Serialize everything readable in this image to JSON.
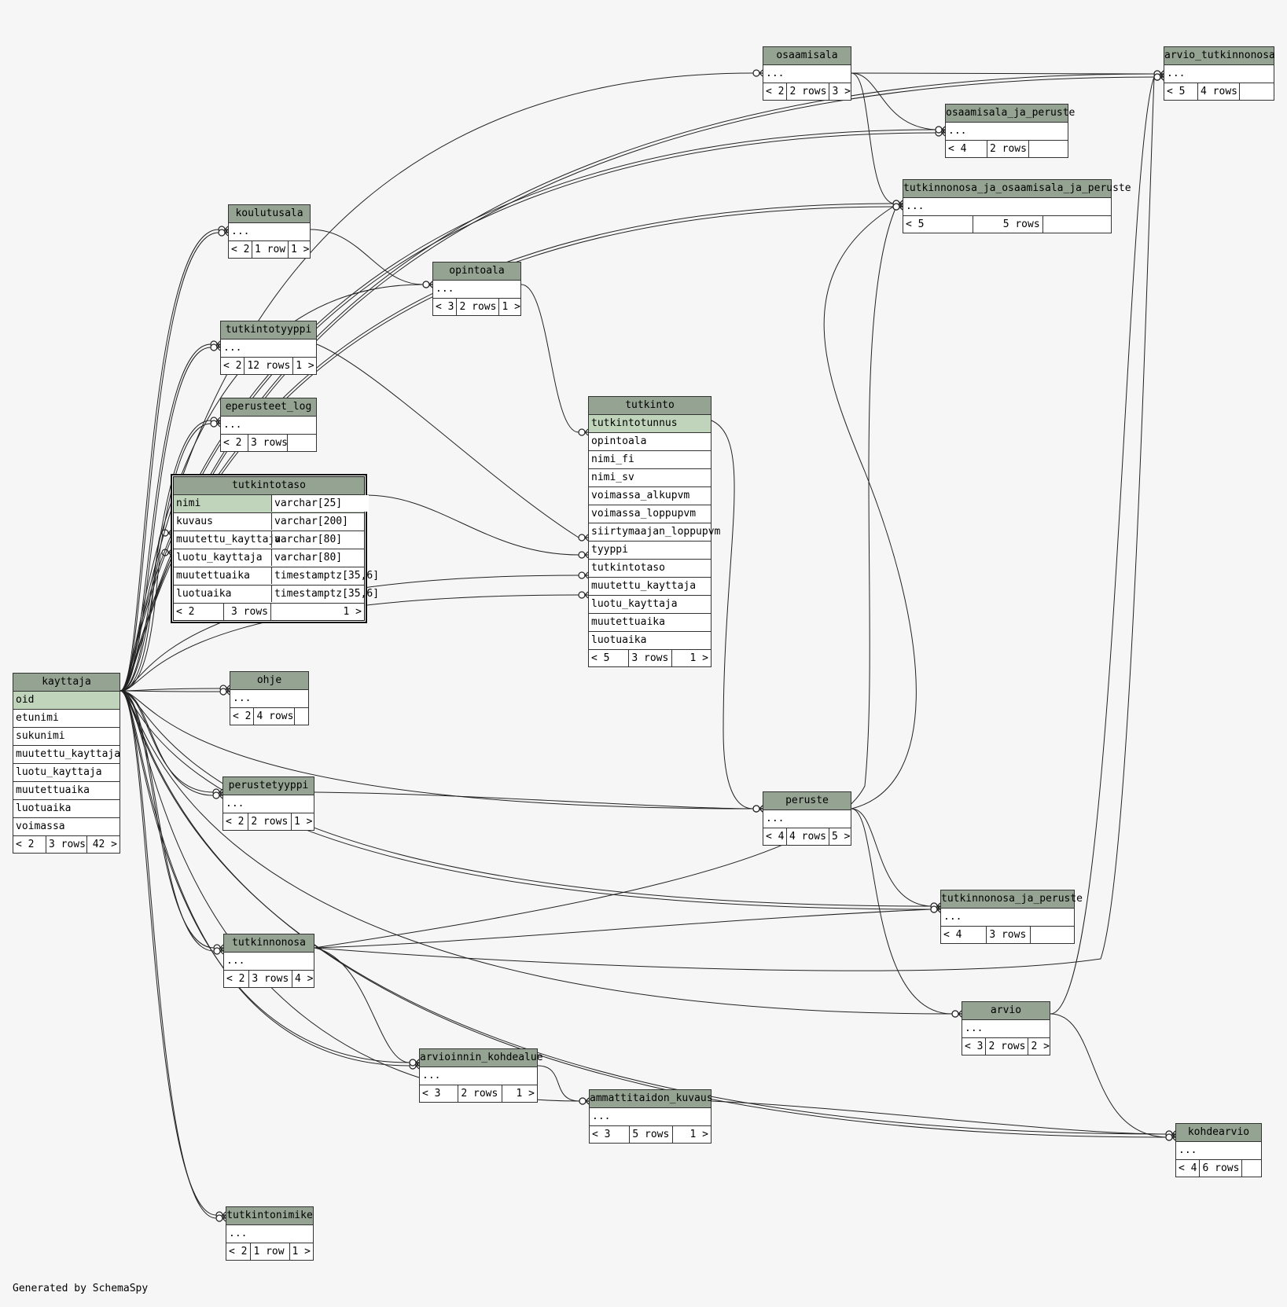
{
  "tables": {
    "kayttaja": {
      "name": "kayttaja",
      "columns": [
        "oid",
        "etunimi",
        "sukunimi",
        "muutettu_kayttaja",
        "luotu_kayttaja",
        "muutettuaika",
        "luotuaika",
        "voimassa"
      ],
      "footer": [
        "< 2",
        "3 rows",
        "42 >"
      ]
    },
    "tutkinto": {
      "name": "tutkinto",
      "columns": [
        "tutkintotunnus",
        "opintoala",
        "nimi_fi",
        "nimi_sv",
        "voimassa_alkupvm",
        "voimassa_loppupvm",
        "siirtymaajan_loppupvm",
        "tyyppi",
        "tutkintotaso",
        "muutettu_kayttaja",
        "luotu_kayttaja",
        "muutettuaika",
        "luotuaika"
      ],
      "footer": [
        "< 5",
        "3 rows",
        "1 >"
      ]
    },
    "tutkintotaso": {
      "name": "tutkintotaso",
      "columns": [
        {
          "name": "nimi",
          "type": "varchar[25]"
        },
        {
          "name": "kuvaus",
          "type": "varchar[200]"
        },
        {
          "name": "muutettu_kayttaja",
          "type": "varchar[80]"
        },
        {
          "name": "luotu_kayttaja",
          "type": "varchar[80]"
        },
        {
          "name": "muutettuaika",
          "type": "timestamptz[35,6]"
        },
        {
          "name": "luotuaika",
          "type": "timestamptz[35,6]"
        }
      ],
      "footer": [
        "< 2",
        "3 rows",
        "1 >"
      ]
    },
    "koulutusala": {
      "name": "koulutusala",
      "columns": [
        "..."
      ],
      "footer": [
        "< 2",
        "1 row",
        "1 >"
      ]
    },
    "opintoala": {
      "name": "opintoala",
      "columns": [
        "..."
      ],
      "footer": [
        "< 3",
        "2 rows",
        "1 >"
      ]
    },
    "tutkintotyyppi": {
      "name": "tutkintotyyppi",
      "columns": [
        "..."
      ],
      "footer": [
        "< 2",
        "12 rows",
        "1 >"
      ]
    },
    "eperusteet_log": {
      "name": "eperusteet_log",
      "columns": [
        "..."
      ],
      "footer": [
        "< 2",
        "3 rows",
        ""
      ]
    },
    "ohje": {
      "name": "ohje",
      "columns": [
        "..."
      ],
      "footer": [
        "< 2",
        "4 rows",
        ""
      ]
    },
    "perustetyyppi": {
      "name": "perustetyyppi",
      "columns": [
        "..."
      ],
      "footer": [
        "< 2",
        "2 rows",
        "1 >"
      ]
    },
    "tutkinnonosa": {
      "name": "tutkinnonosa",
      "columns": [
        "..."
      ],
      "footer": [
        "< 2",
        "3 rows",
        "4 >"
      ]
    },
    "arvioinnin_kohdealue": {
      "name": "arvioinnin_kohdealue",
      "columns": [
        "..."
      ],
      "footer": [
        "< 3",
        "2 rows",
        "1 >"
      ]
    },
    "ammattitaidon_kuvaus": {
      "name": "ammattitaidon_kuvaus",
      "columns": [
        "..."
      ],
      "footer": [
        "< 3",
        "5 rows",
        "1 >"
      ]
    },
    "tutkintonimike": {
      "name": "tutkintonimike",
      "columns": [
        "..."
      ],
      "footer": [
        "< 2",
        "1 row",
        "1 >"
      ]
    },
    "osaamisala": {
      "name": "osaamisala",
      "columns": [
        "..."
      ],
      "footer": [
        "< 2",
        "2 rows",
        "3 >"
      ]
    },
    "arvio_tutkinnonosa": {
      "name": "arvio_tutkinnonosa",
      "columns": [
        "..."
      ],
      "footer": [
        "< 5",
        "4 rows",
        ""
      ]
    },
    "osaamisala_ja_peruste": {
      "name": "osaamisala_ja_peruste",
      "columns": [
        "..."
      ],
      "footer": [
        "< 4",
        "2 rows",
        ""
      ]
    },
    "tutkinnonosa_ja_osaamisala_ja_peruste": {
      "name": "tutkinnonosa_ja_osaamisala_ja_peruste",
      "columns": [
        "..."
      ],
      "footer": [
        "< 5",
        "5 rows",
        ""
      ]
    },
    "peruste": {
      "name": "peruste",
      "columns": [
        "..."
      ],
      "footer": [
        "< 4",
        "4 rows",
        "5 >"
      ]
    },
    "tutkinnonosa_ja_peruste": {
      "name": "tutkinnonosa_ja_peruste",
      "columns": [
        "..."
      ],
      "footer": [
        "< 4",
        "3 rows",
        ""
      ]
    },
    "arvio": {
      "name": "arvio",
      "columns": [
        "..."
      ],
      "footer": [
        "< 3",
        "2 rows",
        "2 >"
      ]
    },
    "kohdearvio": {
      "name": "kohdearvio",
      "columns": [
        "..."
      ],
      "footer": [
        "< 4",
        "6 rows",
        ""
      ]
    }
  },
  "credit": "Generated by SchemaSpy",
  "colors": {
    "header": "#95a492",
    "primary_key": "#bfd4bb",
    "background": "#f6f6f6"
  }
}
